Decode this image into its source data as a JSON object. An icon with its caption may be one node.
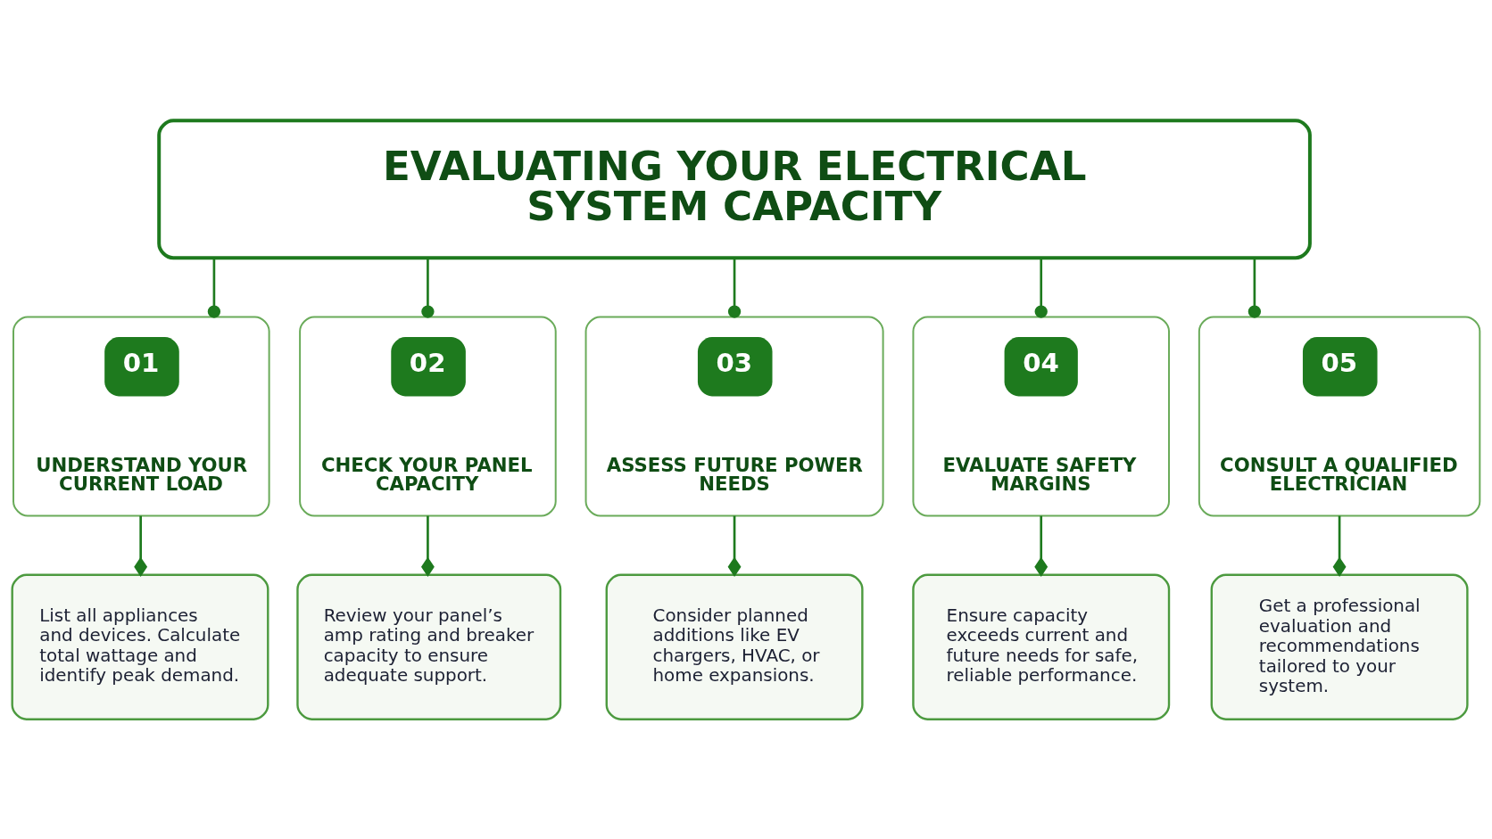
{
  "diagram": {
    "nodes": [
      {
        "text": [
          "EVALUATING YOUR ELECTRICAL SYSTEM CAPACITY"
        ]
      },
      {
        "text": [
          "01",
          "UNDERSTAND YOUR CURRENT LOAD"
        ]
      },
      {
        "text": [
          "02",
          "CHECK YOUR PANEL CAPACITY"
        ]
      },
      {
        "text": [
          "03",
          "ASSESS FUTURE POWER NEEDS"
        ]
      },
      {
        "text": [
          "04",
          "EVALUATE SAFETY MARGINS"
        ]
      },
      {
        "text": [
          "05",
          "CONSULT A QUALIFIED ELECTRICIAN"
        ]
      },
      {
        "text": [
          "List all appliances and devices. Calculate total wattage and identify peak demand."
        ]
      },
      {
        "text": [
          "Review your panel’s amp rating and breaker capacity to ensure adequate support."
        ]
      },
      {
        "text": [
          "Consider planned additions like EV chargers, HVAC, or home expansions."
        ]
      },
      {
        "text": [
          "Ensure capacity exceeds current and future needs for safe, reliable performance."
        ]
      },
      {
        "text": [
          "Get a professional evaluation and recommendations tailored to your system."
        ]
      }
    ],
    "edges": [
      {
        "from": 0,
        "to": 1,
        "arrow": "other"
      },
      {
        "from": 0,
        "to": 2,
        "arrow": "other"
      },
      {
        "from": 0,
        "to": 3,
        "arrow": "other"
      },
      {
        "from": 0,
        "to": 4,
        "arrow": "other"
      },
      {
        "from": 0,
        "to": 5,
        "arrow": "other"
      },
      {
        "from": 1,
        "to": 6,
        "arrow": "other"
      },
      {
        "from": 2,
        "to": 7,
        "arrow": "other"
      },
      {
        "from": 3,
        "to": 8,
        "arrow": "other"
      },
      {
        "from": 4,
        "to": 9,
        "arrow": "other"
      },
      {
        "from": 5,
        "to": 10,
        "arrow": "other"
      }
    ]
  }
}
